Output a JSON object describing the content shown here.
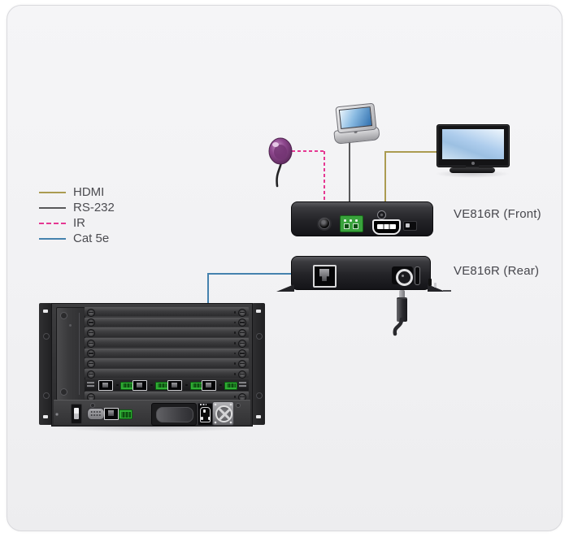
{
  "legend": {
    "items": [
      {
        "id": "hdmi",
        "label": "HDMI",
        "color": "#ab9b51",
        "dashed": false
      },
      {
        "id": "rs232",
        "label": "RS-232",
        "color": "#58585a",
        "dashed": false
      },
      {
        "id": "ir",
        "label": "IR",
        "color": "#e53792",
        "dashed": true
      },
      {
        "id": "cat5e",
        "label": "Cat 5e",
        "color": "#4582ae",
        "dashed": false
      }
    ]
  },
  "devices": {
    "receiver_front": {
      "label": "VE816R (Front)"
    },
    "receiver_rear": {
      "label": "VE816R (Rear)"
    }
  },
  "icons": {
    "ir_receiver": "purple-ir-eye-icon",
    "touch_panel": "touchscreen-panel-icon",
    "display": "lcd-monitor-icon",
    "power_plug": "dc-barrel-plug-icon",
    "matrix_switch": "modular-rack-chassis-icon"
  },
  "connections": [
    {
      "type": "IR",
      "from": "ir-receiver",
      "to": "ve816r-front-ir-port"
    },
    {
      "type": "RS-232",
      "from": "touch-panel",
      "to": "ve816r-front-rs232-port"
    },
    {
      "type": "HDMI",
      "from": "ve816r-front-hdmi-port",
      "to": "display"
    },
    {
      "type": "Cat 5e",
      "from": "matrix-switch-rj45-port-4",
      "to": "ve816r-rear-rj45-port"
    }
  ]
}
